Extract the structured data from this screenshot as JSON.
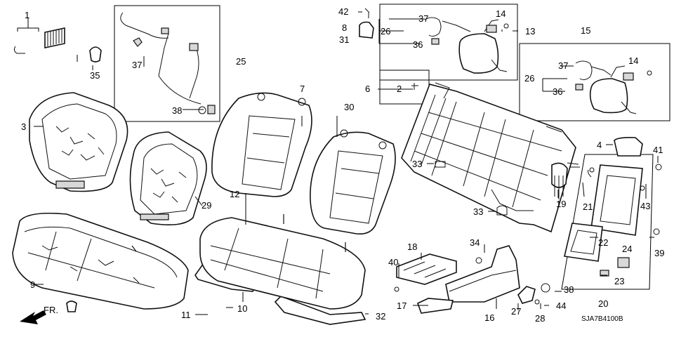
{
  "diagram": {
    "code": "SJA7B4100B",
    "direction_label": "FR.",
    "callouts": {
      "c1": "1",
      "c2": "2",
      "c3": "3",
      "c4": "4",
      "c6": "6",
      "c7": "7",
      "c8": "8",
      "c9": "9",
      "c10": "10",
      "c11": "11",
      "c12": "12",
      "c13": "13",
      "c14a": "14",
      "c14b": "14",
      "c15": "15",
      "c16": "16",
      "c17": "17",
      "c18": "18",
      "c19": "19",
      "c20": "20",
      "c21": "21",
      "c22": "22",
      "c23": "23",
      "c24": "24",
      "c25": "25",
      "c26a": "26",
      "c26b": "26",
      "c27": "27",
      "c28": "28",
      "c29": "29",
      "c30": "30",
      "c31": "31",
      "c32": "32",
      "c33a": "33",
      "c33b": "33",
      "c34": "34",
      "c35": "35",
      "c36a": "36",
      "c36b": "36",
      "c37a": "37",
      "c37b": "37",
      "c37c": "37",
      "c38a": "38",
      "c38b": "38",
      "c39": "39",
      "c40": "40",
      "c41": "41",
      "c42": "42",
      "c43": "43",
      "c44": "44"
    }
  }
}
